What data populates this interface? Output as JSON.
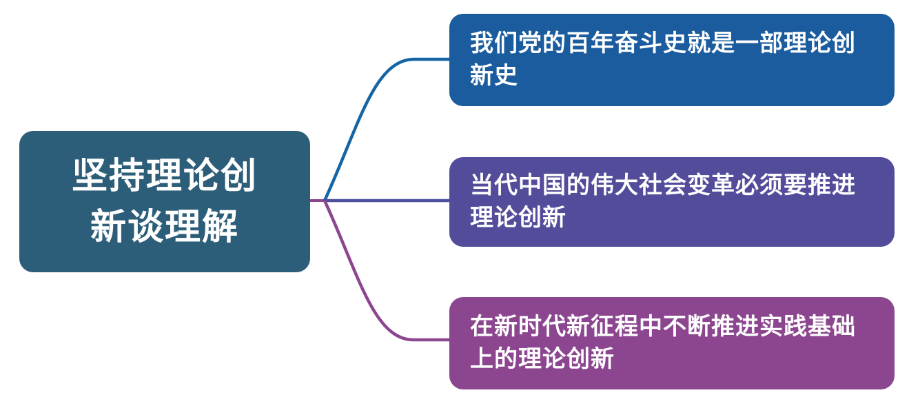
{
  "diagram": {
    "type": "mindmap",
    "background": "#ffffff",
    "root": {
      "label": "坚持理论创新谈理解",
      "lines": [
        "坚持理论创",
        "新谈理解"
      ],
      "fill": "#2d5e79",
      "text_color": "#ffffff",
      "stub_connector_color": "#8c4690"
    },
    "branches": [
      {
        "label": "我们党的百年奋斗史就是一部理论创新史",
        "lines": [
          "我们党的百年奋斗史就是一部理论创",
          "新史"
        ],
        "fill": "#1b5c9e",
        "text_color": "#ffffff",
        "connector_color": "#1565a5"
      },
      {
        "label": "当代中国的伟大社会变革必须要推进理论创新",
        "lines": [
          "当代中国的伟大社会变革必须要推进",
          "理论创新"
        ],
        "fill": "#524c9b",
        "text_color": "#ffffff",
        "connector_color": "#4e509e"
      },
      {
        "label": "在新时代新征程中不断推进实践基础上的理论创新",
        "lines": [
          "在新时代新征程中不断推进实践基础",
          "上的理论创新"
        ],
        "fill": "#8c4690",
        "text_color": "#ffffff",
        "connector_color": "#8c4690"
      }
    ]
  }
}
